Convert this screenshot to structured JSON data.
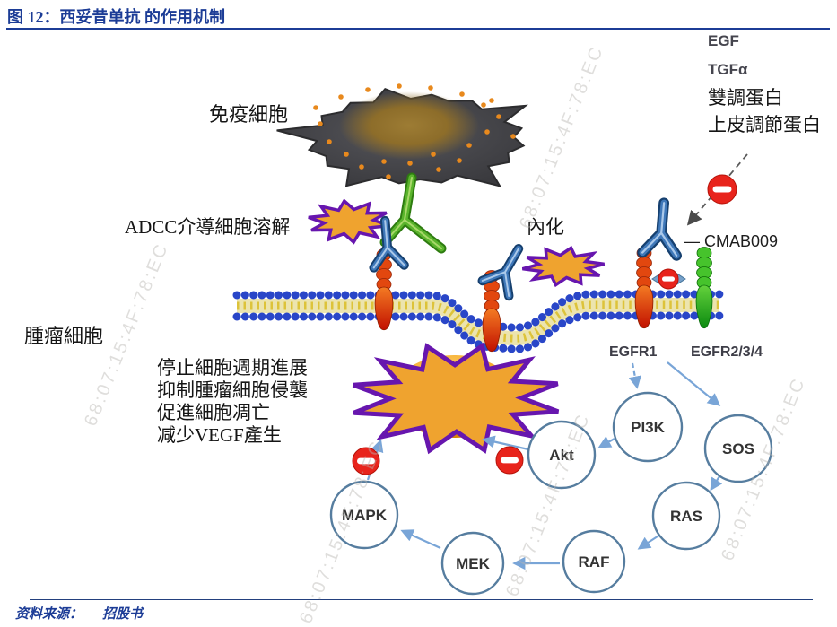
{
  "header": {
    "title": "图 12：西妥昔单抗 的作用机制"
  },
  "footer": {
    "source_label": "资料来源：",
    "source_value": "招股书"
  },
  "colors": {
    "accent_navy": "#1c3c96",
    "starburst_orange": "#efa32f",
    "starburst_purple": "#6716ae",
    "stop_sign_red": "#e8241c",
    "membrane_blue": "#2946c8",
    "receptor_red": "#d83410",
    "receptor_green": "#2aa81e",
    "arrow_blue": "#79a5d7",
    "immune_cell_gray": "#3f3f43",
    "nucleus_brown": "#8d6d2a"
  },
  "diagram": {
    "watermark": "68:07:15:4F:78:EC",
    "ligands": [
      "EGF",
      "TGFα",
      "雙調蛋白",
      "上皮調節蛋白"
    ],
    "labels": {
      "immune_cell": "免疫細胞",
      "adcc_lysis": "ADCC介導細胞溶解",
      "internalization": "內化",
      "antibody": "— CMAB009",
      "tumor_cell": "腫瘤細胞",
      "egfr1": "EGFR1",
      "egfr234": "EGFR2/3/4"
    },
    "effects": [
      "停止細胞週期進展",
      "抑制腫瘤細胞侵襲",
      "促進細胞凋亡",
      "减少VEGF產生"
    ],
    "cascade_nodes": [
      "PI3K",
      "SOS",
      "Akt",
      "RAS",
      "MAPK",
      "MEK",
      "RAF"
    ]
  }
}
